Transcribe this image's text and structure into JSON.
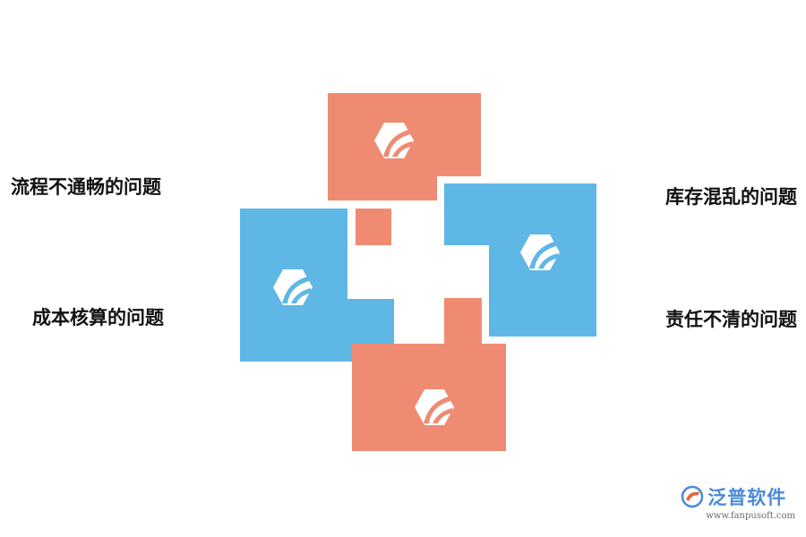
{
  "labels": {
    "top_left": "流程不通畅的问题",
    "bottom_left": "成本核算的问题",
    "top_right": "库存混乱的问题",
    "bottom_right": "责任不清的问题"
  },
  "colors": {
    "salmon": "#ef8b72",
    "blue": "#5fb7e5",
    "icon": "#ffffff"
  },
  "icons": {
    "tile": "hexagon-logo-icon",
    "watermark": "fanpu-logo-icon"
  },
  "watermark": {
    "brand": "泛普软件",
    "url": "www.fanpusoft.com"
  }
}
